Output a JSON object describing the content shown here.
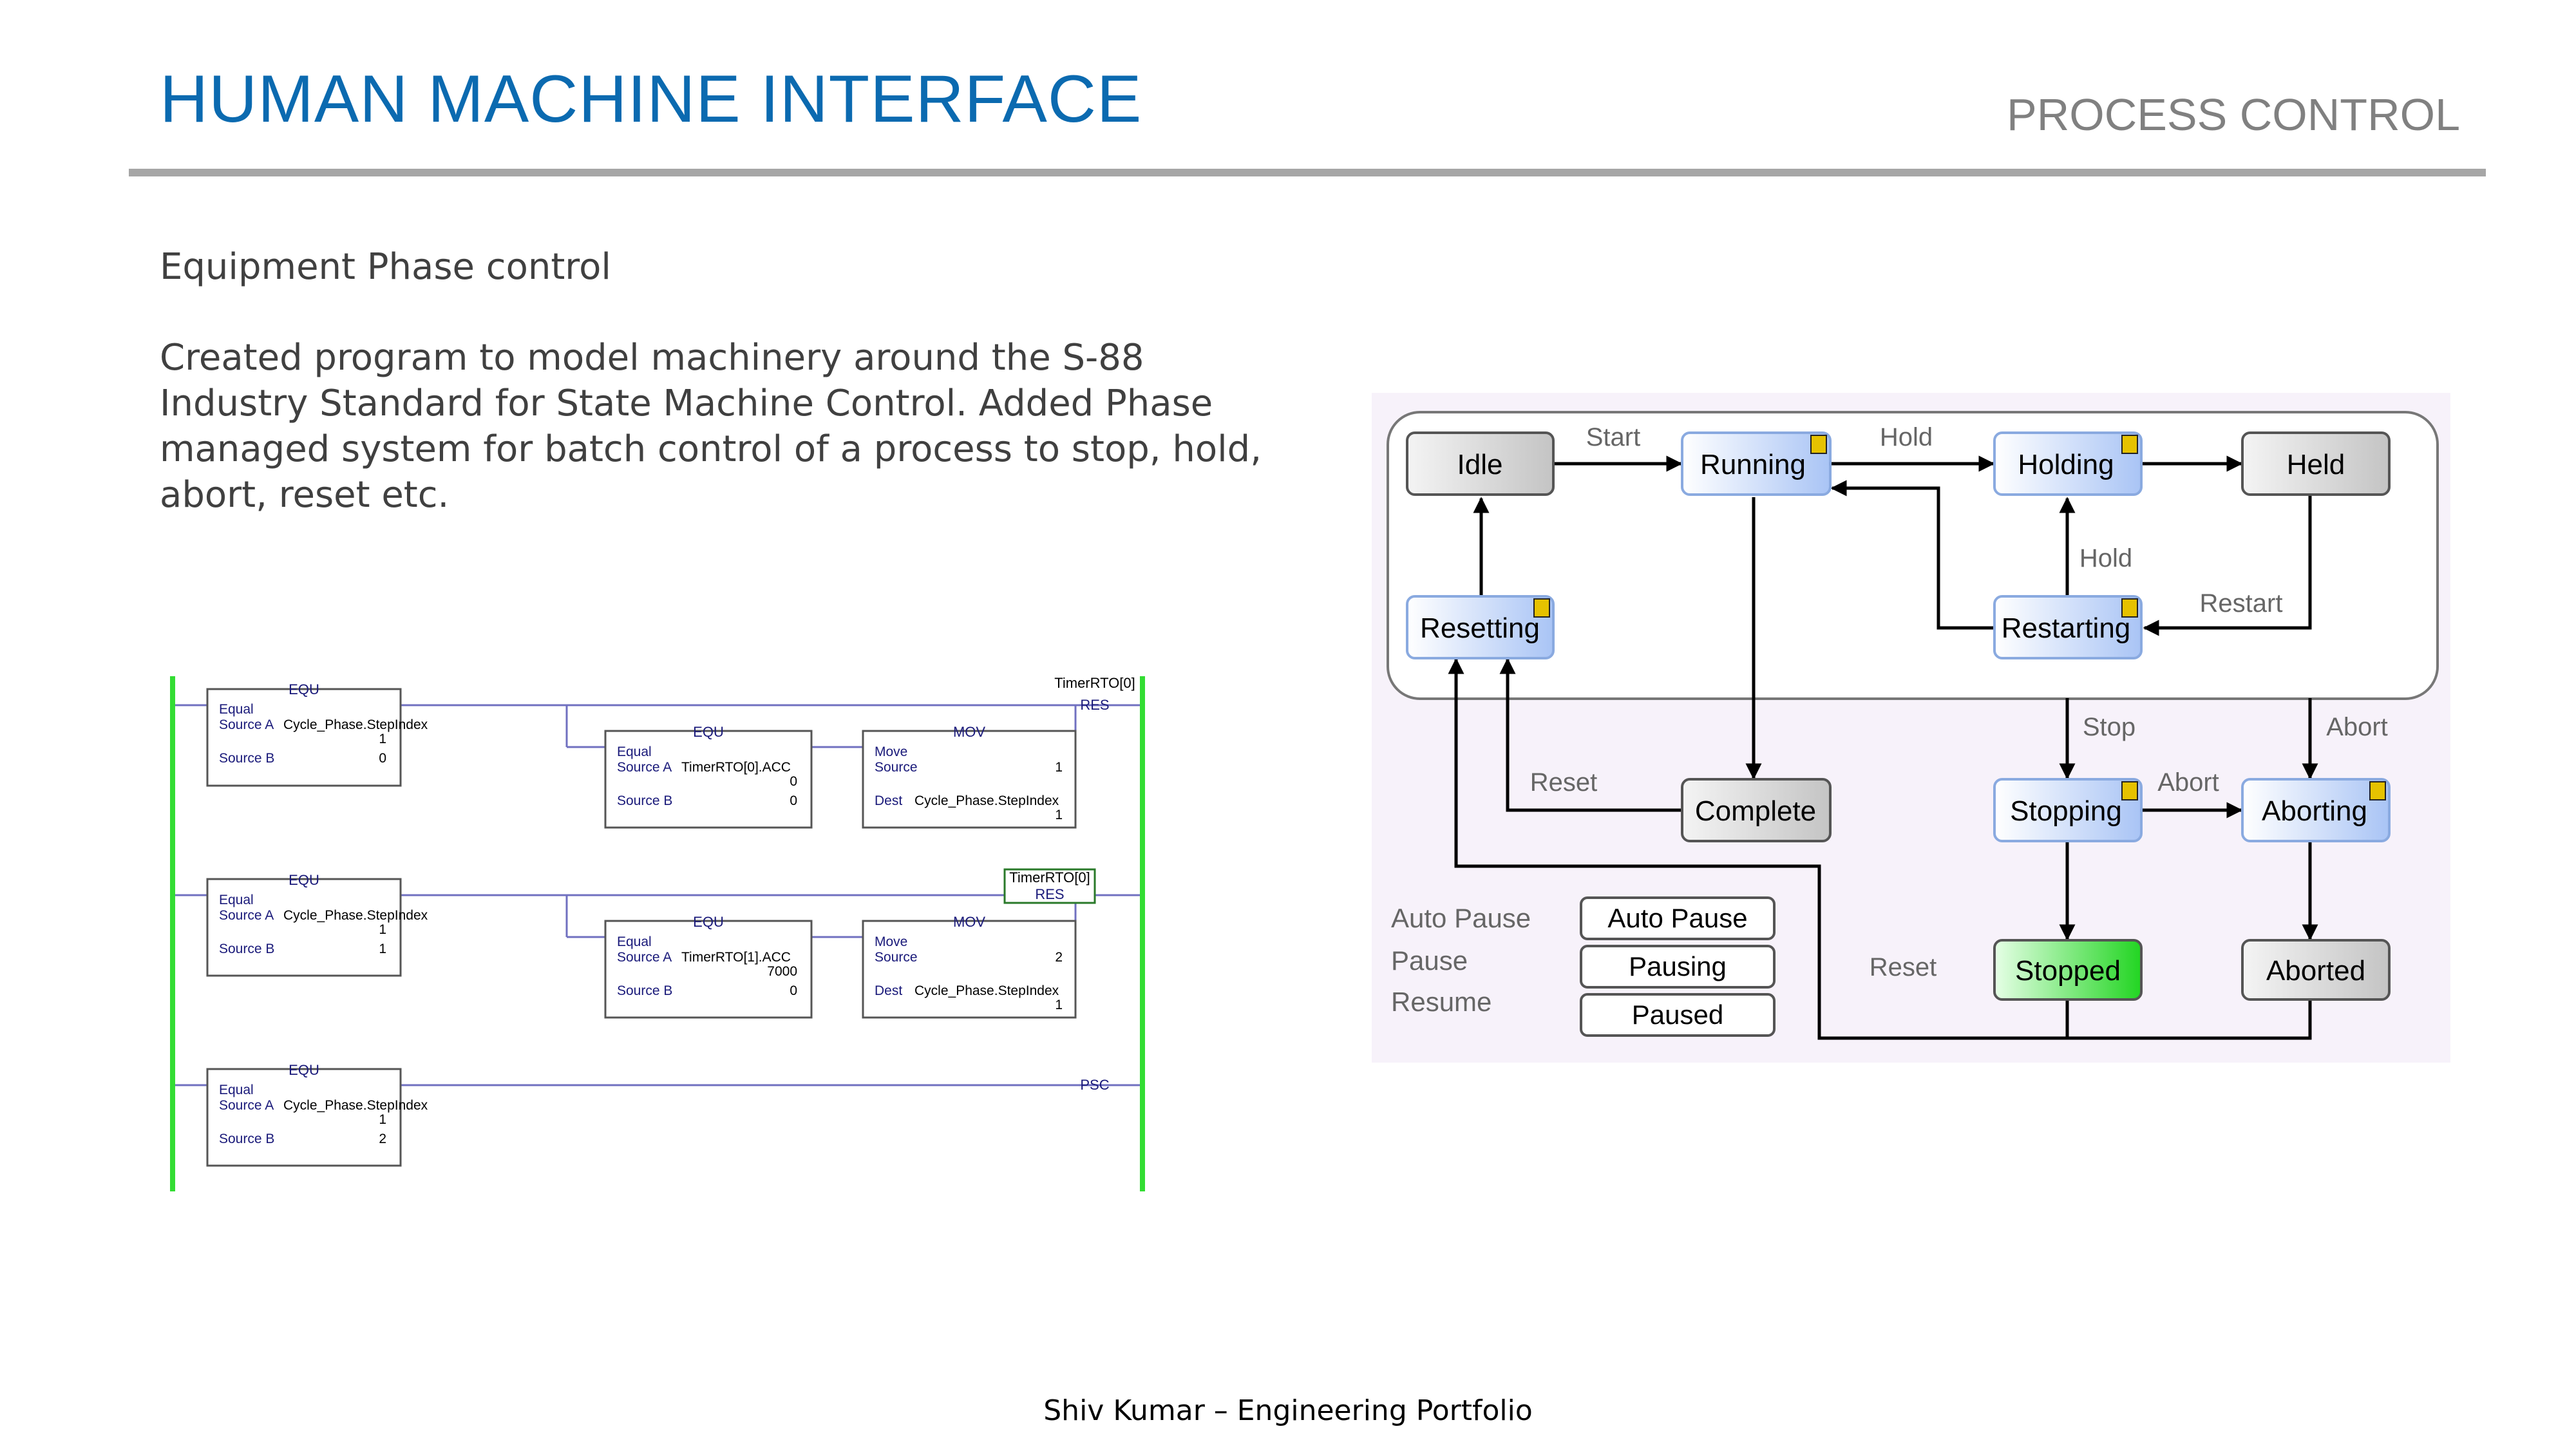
{
  "header": {
    "title": "HUMAN MACHINE INTERFACE",
    "section": "PROCESS CONTROL"
  },
  "content": {
    "subtitle": "Equipment Phase control",
    "description": "Created program to model machinery around the S-88 Industry Standard for State Machine Control. Added Phase managed system for batch control of a process to stop, hold, abort, reset etc."
  },
  "ladder": {
    "rung1": {
      "equ": {
        "type": "EQU",
        "name": "Equal",
        "src_a_label": "Source A",
        "src_a": "Cycle_Phase.StepIndex",
        "src_a_val": "1",
        "src_b_label": "Source B",
        "src_b": "0"
      },
      "equ2": {
        "type": "EQU",
        "name": "Equal",
        "src_a_label": "Source A",
        "src_a": "TimerRTO[0].ACC",
        "src_a_val": "0",
        "src_b_label": "Source B",
        "src_b": "0"
      },
      "mov": {
        "type": "MOV",
        "name": "Move",
        "src_label": "Source",
        "src": "1",
        "dest_label": "Dest",
        "dest": "Cycle_Phase.StepIndex",
        "dest_val": "1"
      },
      "coil_tag": "TimerRTO[0]",
      "coil": "RES"
    },
    "rung2": {
      "equ": {
        "type": "EQU",
        "name": "Equal",
        "src_a_label": "Source A",
        "src_a": "Cycle_Phase.StepIndex",
        "src_a_val": "1",
        "src_b_label": "Source B",
        "src_b": "1"
      },
      "equ2": {
        "type": "EQU",
        "name": "Equal",
        "src_a_label": "Source A",
        "src_a": "TimerRTO[1].ACC",
        "src_a_val": "7000",
        "src_b_label": "Source B",
        "src_b": "0"
      },
      "mov": {
        "type": "MOV",
        "name": "Move",
        "src_label": "Source",
        "src": "2",
        "dest_label": "Dest",
        "dest": "Cycle_Phase.StepIndex",
        "dest_val": "1"
      },
      "coil_tag": "TimerRTO[0]",
      "coil": "RES"
    },
    "rung3": {
      "equ": {
        "type": "EQU",
        "name": "Equal",
        "src_a_label": "Source A",
        "src_a": "Cycle_Phase.StepIndex",
        "src_a_val": "1",
        "src_b_label": "Source B",
        "src_b": "2"
      },
      "coil": "PSC"
    }
  },
  "state_machine": {
    "states": {
      "idle": "Idle",
      "running": "Running",
      "holding": "Holding",
      "held": "Held",
      "resetting": "Resetting",
      "restarting": "Restarting",
      "complete": "Complete",
      "stopping": "Stopping",
      "aborting": "Aborting",
      "stopped": "Stopped",
      "aborted": "Aborted",
      "auto_pause": "Auto Pause",
      "pausing": "Pausing",
      "paused": "Paused"
    },
    "transitions": {
      "start": "Start",
      "hold": "Hold",
      "hold2": "Hold",
      "restart": "Restart",
      "reset": "Reset",
      "stop": "Stop",
      "abort": "Abort",
      "abort2": "Abort",
      "reset2": "Reset"
    },
    "legend": {
      "auto_pause": "Auto Pause",
      "pause": "Pause",
      "resume": "Resume"
    },
    "colors": {
      "running_fill": "#c9d9f7",
      "stopped_fill": "#33dd33",
      "gray_fill": "#d0d0d0"
    }
  },
  "footer": {
    "text": "Shiv Kumar – Engineering Portfolio"
  }
}
